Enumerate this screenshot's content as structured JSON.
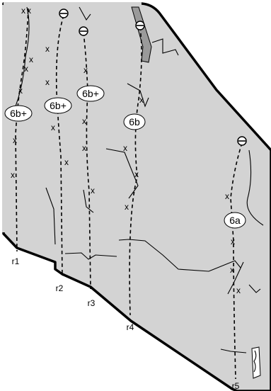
{
  "topo": {
    "colors": {
      "rock": "#d3d3d3",
      "outline": "#000000",
      "gully": "#9a9a9a",
      "background": "#ffffff"
    },
    "routes": [
      {
        "id": "r1",
        "label": "r1",
        "grade": "6b+"
      },
      {
        "id": "r2",
        "label": "r2",
        "grade": "6b+"
      },
      {
        "id": "r3",
        "label": "r3",
        "grade": "6b+"
      },
      {
        "id": "r4",
        "label": "r4",
        "grade": "6b"
      },
      {
        "id": "r5",
        "label": "r5",
        "grade": "6a"
      }
    ],
    "bolt_symbol": "x",
    "anchor_symbol": "lower-off-anchor-icon"
  }
}
